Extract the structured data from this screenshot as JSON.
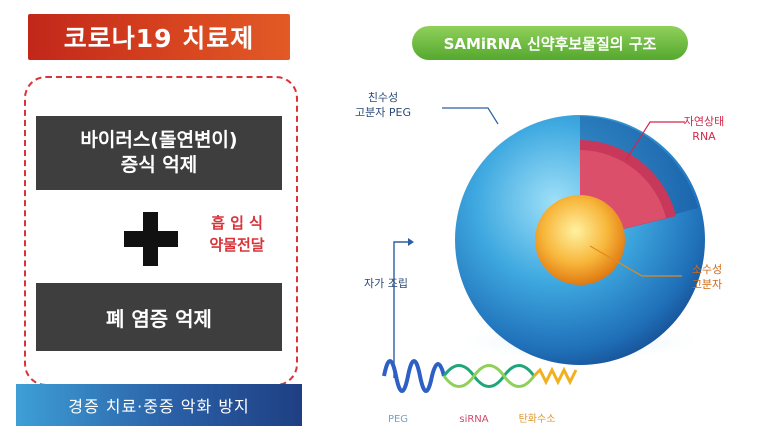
{
  "left": {
    "title": "코로나19 치료제",
    "box1": {
      "line1": "바이러스(돌연변이)",
      "line2": "증식 억제"
    },
    "route": {
      "line1": "흡 입 식",
      "line2": "약물전달"
    },
    "box2": "폐 염증 억제",
    "bottom": "경증 치료·중증 악화 방지"
  },
  "right": {
    "title": "SAMiRNA 신약후보물질의 구조",
    "hydrophilic": {
      "line1": "친수성",
      "line2": "고분자 PEG"
    },
    "natural_rna": {
      "line1": "자연상태",
      "line2": "RNA"
    },
    "hydrophobic": {
      "line1": "소수성",
      "line2": "고분자"
    },
    "self_assembly": "자가 조립",
    "components": {
      "peg": "PEG",
      "sirna": "siRNA",
      "hydrocarbon": "탄화수소"
    }
  },
  "colors": {
    "accent_red": "#d8343a",
    "accent_blue": "#2a5fa6",
    "accent_green": "#55a82f"
  }
}
